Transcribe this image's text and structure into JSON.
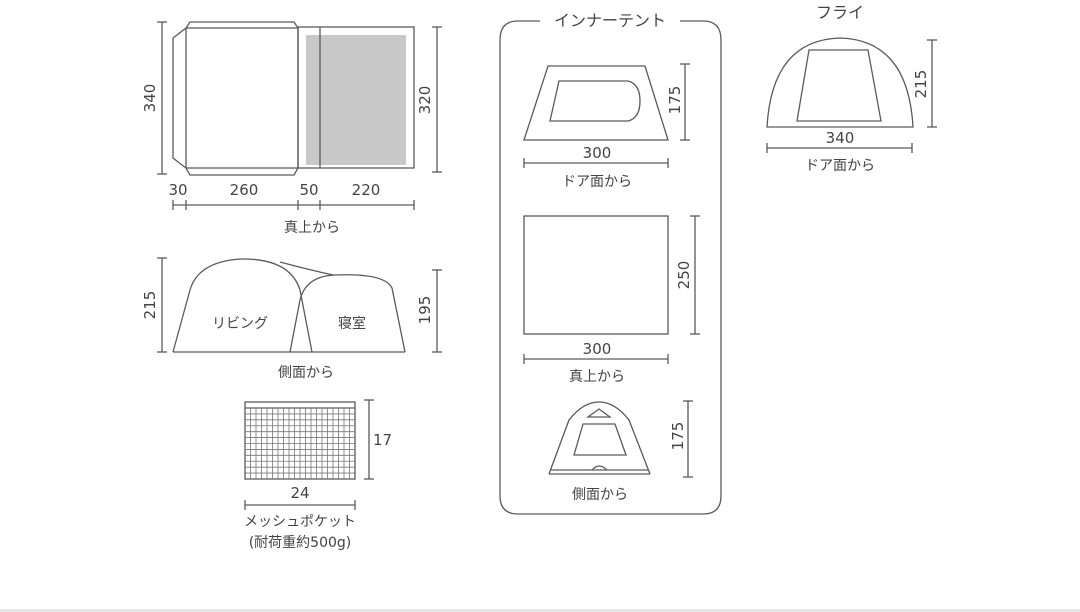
{
  "diagram": {
    "tent_top_view": {
      "caption": "真上から",
      "height_total": "340",
      "height_inner": "320",
      "widths": [
        "30",
        "260",
        "50",
        "220"
      ]
    },
    "tent_side_view": {
      "caption": "側面から",
      "living_label": "リビング",
      "bedroom_label": "寝室",
      "height_living": "215",
      "height_bedroom": "195"
    },
    "mesh_pocket": {
      "width": "24",
      "height": "17",
      "caption_line1": "メッシュポケット",
      "caption_line2": "(耐荷重約500g)"
    },
    "inner_tent": {
      "title": "インナーテント",
      "door_view": {
        "width": "300",
        "height": "175",
        "caption": "ドア面から"
      },
      "top_view": {
        "width": "300",
        "height": "250",
        "caption": "真上から"
      },
      "side_view": {
        "height": "175",
        "caption": "側面から"
      }
    },
    "fly": {
      "title": "フライ",
      "width": "340",
      "height": "215",
      "caption": "ドア面から"
    }
  },
  "colors": {
    "line": "#5a5a5a",
    "shade": "#c8c8c8",
    "text": "#444444"
  }
}
